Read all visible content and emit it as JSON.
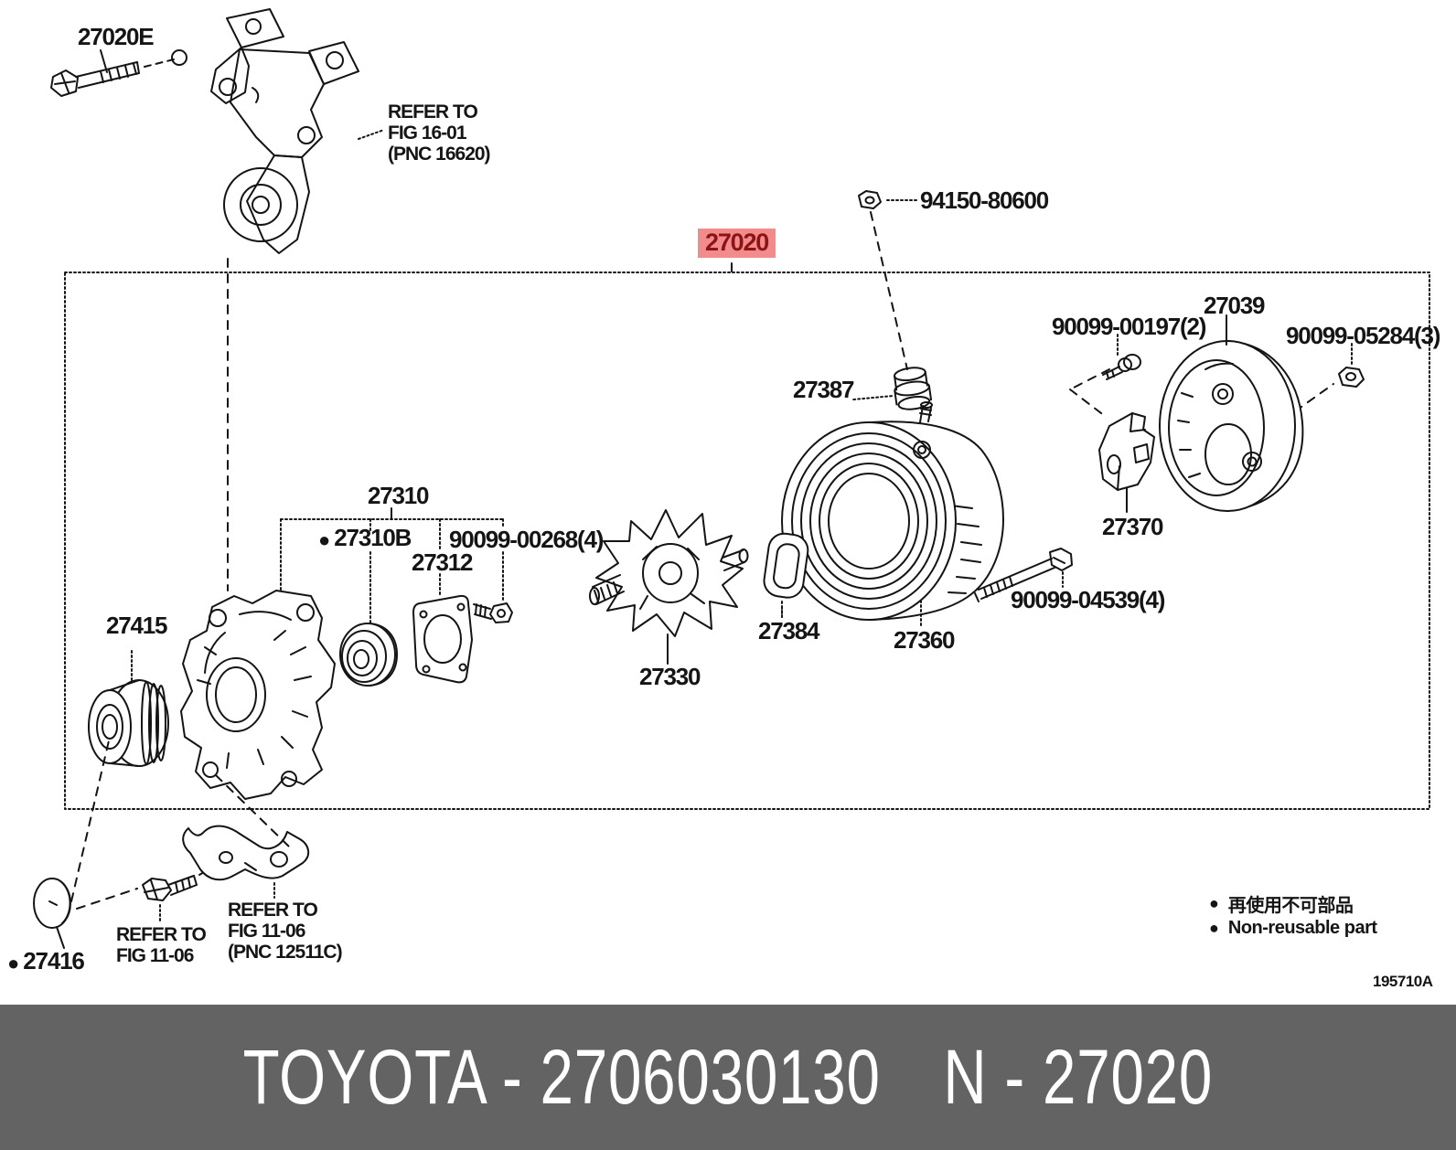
{
  "title": "Toyota alternator parts diagram",
  "highlight": {
    "part_no": "27020",
    "bg_color": "#f28b8b",
    "text_color": "#8c1414"
  },
  "labels": {
    "bullet": "●",
    "p27020e": "27020E",
    "refer_fig_16_01": [
      "REFER TO",
      "FIG 16-01",
      "(PNC 16620)"
    ],
    "p94150_80600": "94150-80600",
    "p90099_00197": "90099-00197(2)",
    "p27039": "27039",
    "p90099_05284": "90099-05284(3)",
    "p27370": "27370",
    "p27310": "27310",
    "p27310b": "27310B",
    "p27312": "27312",
    "p90099_00268": "90099-00268(4)",
    "p27387": "27387",
    "p27384": "27384",
    "p27360": "27360",
    "p27330": "27330",
    "p90099_04539": "90099-04539(4)",
    "p27415": "27415",
    "p27416": "27416",
    "refer_fig_11_06": [
      "REFER TO",
      "FIG 11-06"
    ],
    "refer_fig_11_06_pnc": [
      "REFER TO",
      "FIG 11-06",
      "(PNC 12511C)"
    ]
  },
  "legend": {
    "bullet": "●",
    "jp": "再使用不可部品",
    "en": "Non-reusable part"
  },
  "sheet_code": "195710A",
  "footer": {
    "left": "TOYOTA - 2706030130",
    "right": "N - 27020",
    "bg_color": "#636363"
  }
}
